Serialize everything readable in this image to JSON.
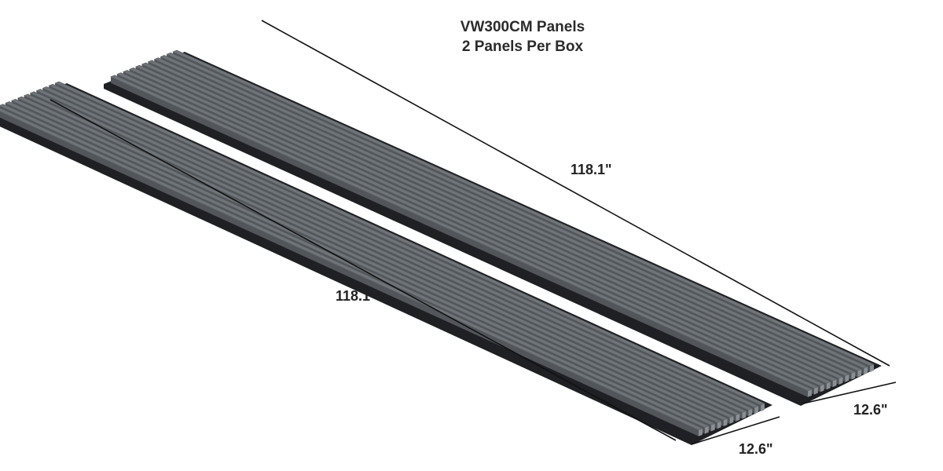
{
  "title": {
    "line1": "VW300CM Panels",
    "line2": "2 Panels Per Box"
  },
  "dimensions": {
    "upper_length": "118.1\"",
    "lower_length": "118.1\"",
    "upper_width": "12.6\"",
    "lower_width": "12.6\""
  },
  "panels": [
    {
      "id": "upper",
      "slat_count": 11
    },
    {
      "id": "lower",
      "slat_count": 11
    }
  ],
  "colors": {
    "slat_top": "#6f7479",
    "slat_side": "#52565b",
    "backing": "#1e2023",
    "dimension_line": "#111111",
    "text": "#222222"
  }
}
